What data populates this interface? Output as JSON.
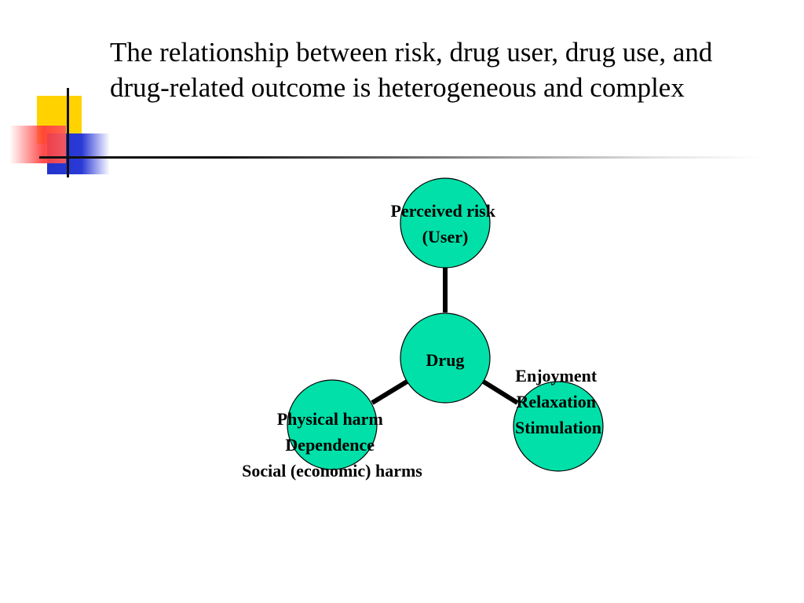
{
  "slide": {
    "title": "The relationship between risk, drug user, drug use, and drug-related outcome is heterogeneous and complex"
  },
  "diagram": {
    "fill_color": "#00e0a8",
    "center": {
      "label": "Drug"
    },
    "top": {
      "lines": [
        "Perceived risk",
        "(User)"
      ]
    },
    "right": {
      "lines": [
        "Enjoyment",
        "Relaxation",
        "Stimulation"
      ]
    },
    "left": {
      "lines": [
        "Physical harm",
        "Dependence",
        "Social (economic) harms"
      ]
    }
  }
}
